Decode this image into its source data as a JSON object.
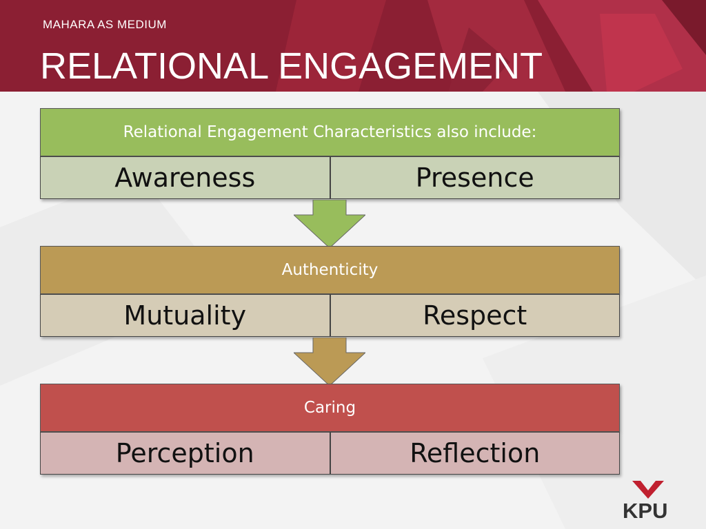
{
  "slide": {
    "subtitle": "MAHARA AS MEDIUM",
    "title": "RELATIONAL ENGAGEMENT"
  },
  "blocks": [
    {
      "heading": "Relational Engagement Characteristics also include:",
      "left": "Awareness",
      "right": "Presence",
      "color": "#98bd5c"
    },
    {
      "heading": "Authenticity",
      "left": "Mutuality",
      "right": "Respect",
      "color": "#bb9a55"
    },
    {
      "heading": "Caring",
      "left": "Perception",
      "right": "Reflection",
      "color": "#c0504d"
    }
  ],
  "logo": {
    "text": "KPU",
    "icon": "kpu-chevron-icon",
    "color": "#c0202f"
  },
  "colors": {
    "header": "#8b1f33",
    "background": "#f3f3f3"
  }
}
